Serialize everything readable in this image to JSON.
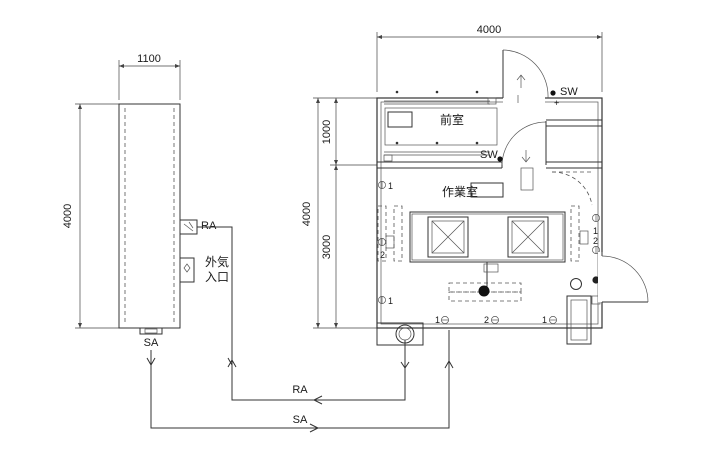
{
  "side_view": {
    "width_label": "1100",
    "height_label": "4000",
    "ra_label": "RA",
    "outside_air_label_line1": "外気",
    "outside_air_label_line2": "入口",
    "sa_label": "SA"
  },
  "plan_view": {
    "total_width_label": "4000",
    "total_height_label": "4000",
    "anteroom_height_label": "1000",
    "workroom_height_label": "3000",
    "anteroom_label": "前室",
    "workroom_label": "作業室",
    "switch_label_top": "SW",
    "switch_label_mid": "SW",
    "outlet_labels": [
      "1",
      "2",
      "1",
      "1",
      "2",
      "1",
      "1",
      "2"
    ]
  },
  "ducts": {
    "return_air_label": "RA",
    "supply_air_label": "SA"
  }
}
